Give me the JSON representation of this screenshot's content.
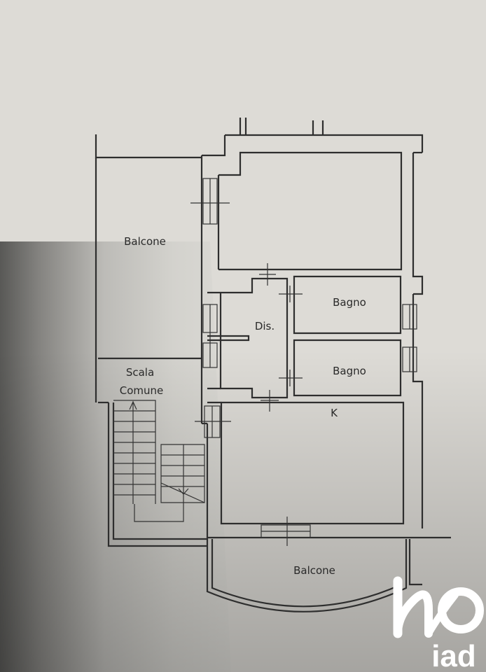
{
  "rooms": {
    "balcone_top": "Balcone",
    "scala_line1": "Scala",
    "scala_line2": "Comune",
    "disimpegno": "Dis.",
    "bagno_1": "Bagno",
    "bagno_2": "Bagno",
    "cucina": "K",
    "balcone_bottom": "Balcone"
  },
  "logo": {
    "brand": "iad",
    "icon": "iad-logo-mark"
  },
  "colors": {
    "paper": "#dcdad5",
    "lines": "#2e2e2e",
    "logo": "#ffffff"
  }
}
